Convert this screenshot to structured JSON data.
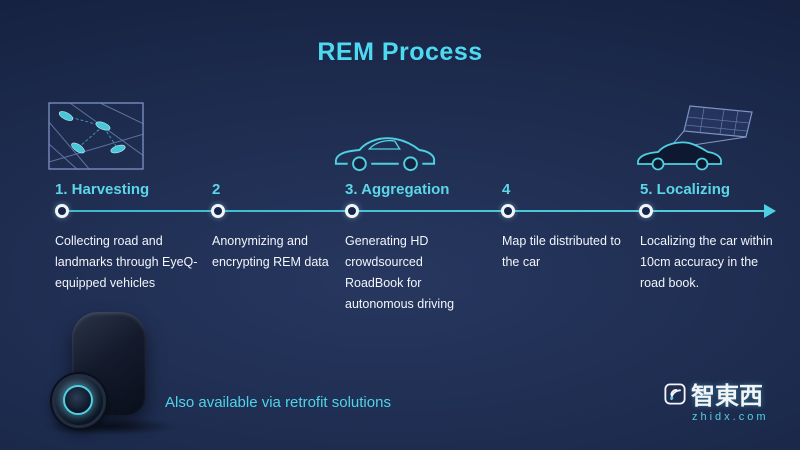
{
  "title": "REM Process",
  "steps": [
    {
      "heading": "1. Harvesting",
      "description": "Collecting road and landmarks through EyeQ-equipped vehicles"
    },
    {
      "heading": "2",
      "description": "Anonymizing and encrypting REM data"
    },
    {
      "heading": "3. Aggregation",
      "description": "Generating HD crowdsourced RoadBook for autonomous driving"
    },
    {
      "heading": "4",
      "description": "Map  tile distributed to the car"
    },
    {
      "heading": "5. Localizing",
      "description": "Localizing the car within 10cm accuracy in the road book."
    }
  ],
  "footer": {
    "retrofit_note": "Also available via retrofit solutions"
  },
  "watermark": {
    "brand": "智東西",
    "domain": "zhidx.com"
  },
  "icons": {
    "step1": "map-with-vehicles-icon",
    "step3": "car-silhouette-icon",
    "step5": "car-with-map-projection-icon",
    "device": "eyeq-camera-device"
  },
  "colors": {
    "title_cyan": "#4ed9f2",
    "heading_cyan": "#5bd6e8",
    "timeline_teal": "#4fd0e0",
    "background_navy": "#1d2b4e",
    "body_text": "#f2f5fa"
  }
}
